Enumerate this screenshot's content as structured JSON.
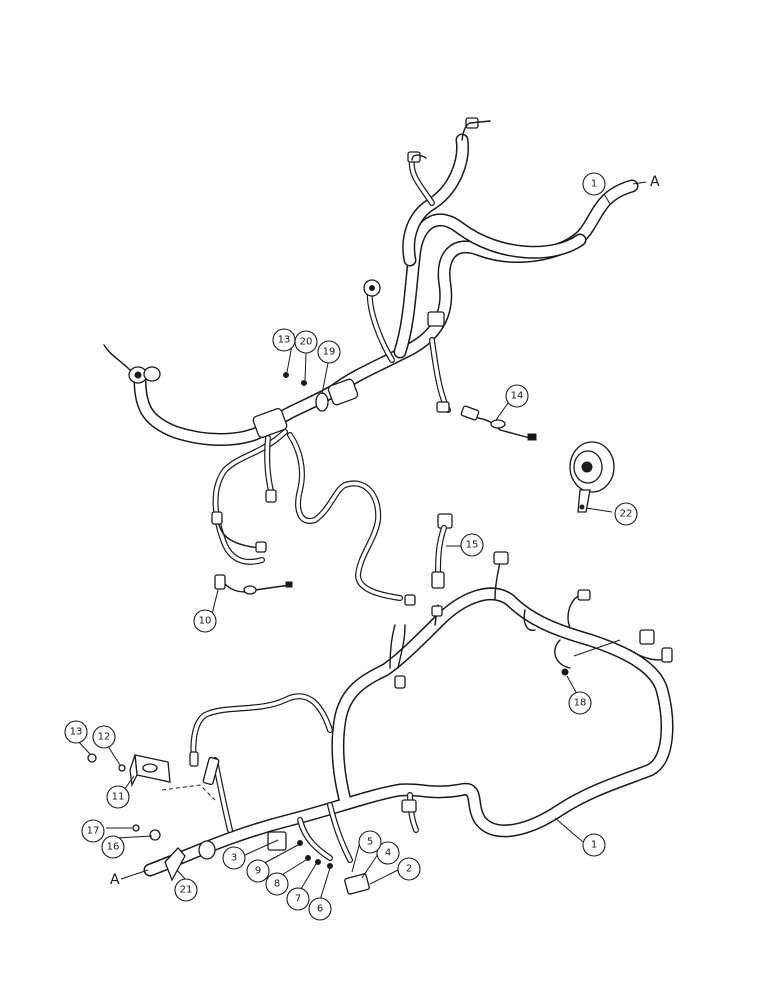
{
  "callouts": [
    {
      "id": "c1a",
      "label": "1"
    },
    {
      "id": "c1b",
      "label": "1"
    },
    {
      "id": "c2",
      "label": "2"
    },
    {
      "id": "c3",
      "label": "3"
    },
    {
      "id": "c4",
      "label": "4"
    },
    {
      "id": "c5",
      "label": "5"
    },
    {
      "id": "c6",
      "label": "6"
    },
    {
      "id": "c7",
      "label": "7"
    },
    {
      "id": "c8",
      "label": "8"
    },
    {
      "id": "c9",
      "label": "9"
    },
    {
      "id": "c10",
      "label": "10"
    },
    {
      "id": "c11",
      "label": "11"
    },
    {
      "id": "c12",
      "label": "12"
    },
    {
      "id": "c13a",
      "label": "13"
    },
    {
      "id": "c13b",
      "label": "13"
    },
    {
      "id": "c14",
      "label": "14"
    },
    {
      "id": "c15",
      "label": "15"
    },
    {
      "id": "c16",
      "label": "16"
    },
    {
      "id": "c17",
      "label": "17"
    },
    {
      "id": "c18",
      "label": "18"
    },
    {
      "id": "c19",
      "label": "19"
    },
    {
      "id": "c20",
      "label": "20"
    },
    {
      "id": "c21",
      "label": "21"
    },
    {
      "id": "c22",
      "label": "22"
    }
  ],
  "reference_letters": {
    "top_right": "A",
    "bottom_left": "A"
  }
}
